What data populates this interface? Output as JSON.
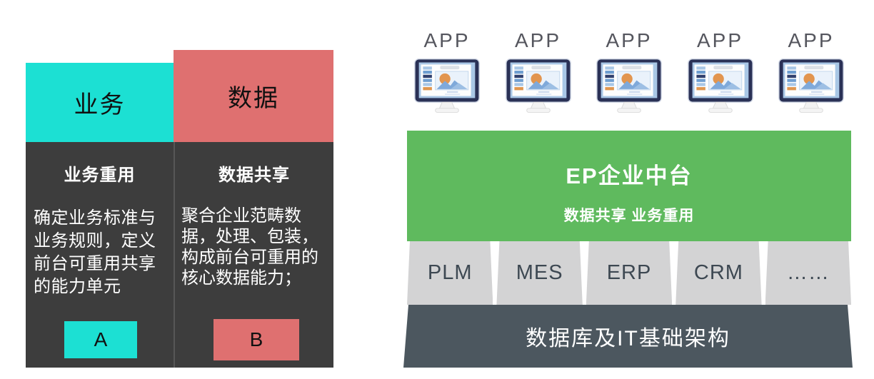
{
  "left_panel": {
    "business_column": {
      "header": "业务",
      "subtitle": "业务重用",
      "description": "确定业务标准与业务规则，定义前台可重用共享的能力单元",
      "badge": "A",
      "accent_color": "#1CE0D3"
    },
    "data_column": {
      "header": "数据",
      "subtitle": "数据共享",
      "description": "聚合企业范畴数据，处理、包装，构成前台可重用的核心数据能力；",
      "badge": "B",
      "accent_color": "#DF7070"
    },
    "panel_background": "#3D3D3D"
  },
  "right_panel": {
    "apps": [
      "APP",
      "APP",
      "APP",
      "APP",
      "APP"
    ],
    "middle_platform": {
      "title": "EP企业中台",
      "subtitle": "数据共享  业务重用",
      "color": "#5FBA5E"
    },
    "systems": [
      "PLM",
      "MES",
      "ERP",
      "CRM",
      "……"
    ],
    "infrastructure": {
      "label": "数据库及IT基础架构",
      "color": "#4C575F"
    }
  }
}
